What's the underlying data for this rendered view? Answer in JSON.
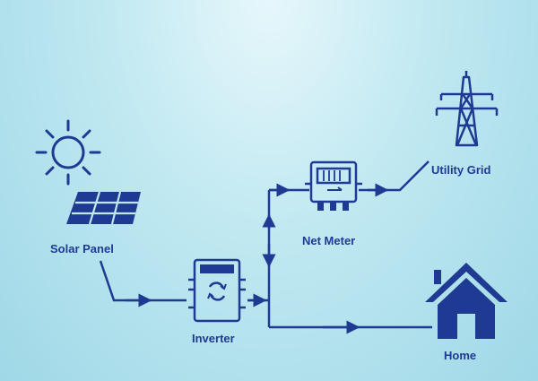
{
  "nodes": {
    "solar_panel": {
      "label": "Solar Panel"
    },
    "inverter": {
      "label": "Inverter"
    },
    "net_meter": {
      "label": "Net Meter"
    },
    "utility_grid": {
      "label": "Utility Grid"
    },
    "home": {
      "label": "Home"
    }
  },
  "icons": {
    "sun": "sun-icon",
    "solar_panel": "solar-panel-icon",
    "inverter": "inverter-icon",
    "net_meter": "net-meter-icon",
    "utility_grid": "transmission-tower-icon",
    "home": "house-icon"
  },
  "colors": {
    "primary": "#1f3a93",
    "icon_dark": "#1a2f8a"
  }
}
